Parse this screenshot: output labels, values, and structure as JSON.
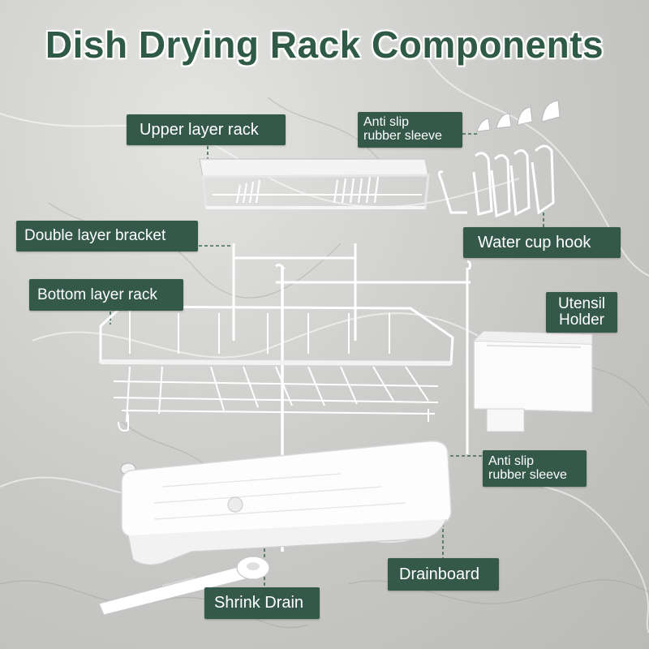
{
  "title": "Dish Drying Rack Components",
  "labels": {
    "upper_layer_rack": "Upper layer rack",
    "anti_slip_top_line1": "Anti slip",
    "anti_slip_top_line2": "rubber sleeve",
    "double_layer_bracket": "Double layer bracket",
    "water_cup_hook": "Water cup hook",
    "bottom_layer_rack": "Bottom layer rack",
    "utensil_holder_line1": "Utensil",
    "utensil_holder_line2": "Holder",
    "anti_slip_bottom_line1": "Anti slip",
    "anti_slip_bottom_line2": "rubber sleeve",
    "drainboard": "Drainboard",
    "shrink_drain": "Shrink Drain"
  },
  "colors": {
    "label_bg": "#34594a",
    "label_text": "#ffffff",
    "title": "#2f5a48",
    "leader_line": "#3f6a56"
  }
}
